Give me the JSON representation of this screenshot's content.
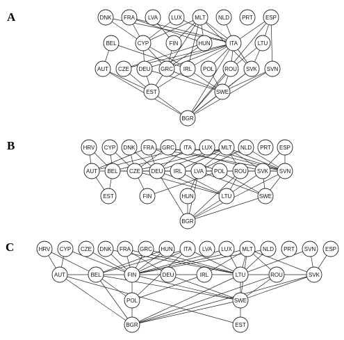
{
  "colors": {
    "edge": "#222222",
    "node_fill": "#ffffff",
    "node_stroke": "#222222",
    "text": "#111111"
  },
  "panels": [
    {
      "label": "A",
      "rows": [
        [
          "DNK",
          "FRA",
          "LVA",
          "LUX",
          "MLT",
          "NLD",
          "PRT",
          "ESP"
        ],
        [
          "BEL",
          "CYP",
          "FIN",
          "HUN",
          "ITA",
          "LTU"
        ],
        [
          "AUT",
          "CZE",
          "DEU",
          "GRC",
          "IRL",
          "POL",
          "ROU",
          "SVK",
          "SVN"
        ],
        [
          "EST",
          "SWE"
        ],
        [
          "BGR"
        ]
      ],
      "edges": [
        [
          "DNK",
          "CYP"
        ],
        [
          "DNK",
          "ITA"
        ],
        [
          "FRA",
          "CYP"
        ],
        [
          "FRA",
          "HUN"
        ],
        [
          "FRA",
          "ITA"
        ],
        [
          "LVA",
          "FIN"
        ],
        [
          "LUX",
          "CYP"
        ],
        [
          "LUX",
          "ITA"
        ],
        [
          "MLT",
          "CYP"
        ],
        [
          "MLT",
          "FIN"
        ],
        [
          "MLT",
          "HUN"
        ],
        [
          "MLT",
          "ITA"
        ],
        [
          "MLT",
          "GRC"
        ],
        [
          "MLT",
          "IRL"
        ],
        [
          "MLT",
          "SVK"
        ],
        [
          "NLD",
          "ITA"
        ],
        [
          "ESP",
          "ITA"
        ],
        [
          "ESP",
          "LTU"
        ],
        [
          "ESP",
          "SVN"
        ],
        [
          "CYP",
          "DEU"
        ],
        [
          "CYP",
          "GRC"
        ],
        [
          "CYP",
          "IRL"
        ],
        [
          "FIN",
          "GRC"
        ],
        [
          "HUN",
          "CZE"
        ],
        [
          "HUN",
          "GRC"
        ],
        [
          "ITA",
          "DEU"
        ],
        [
          "ITA",
          "GRC"
        ],
        [
          "ITA",
          "IRL"
        ],
        [
          "ITA",
          "CZE"
        ],
        [
          "ITA",
          "POL"
        ],
        [
          "ITA",
          "ROU"
        ],
        [
          "ITA",
          "SVK"
        ],
        [
          "BEL",
          "AUT"
        ],
        [
          "BEL",
          "IRL"
        ],
        [
          "LTU",
          "ROU"
        ],
        [
          "LTU",
          "SVK"
        ],
        [
          "AUT",
          "EST"
        ],
        [
          "CZE",
          "EST"
        ],
        [
          "DEU",
          "EST"
        ],
        [
          "GRC",
          "EST"
        ],
        [
          "IRL",
          "EST"
        ],
        [
          "DEU",
          "SWE"
        ],
        [
          "GRC",
          "SWE"
        ],
        [
          "POL",
          "SWE"
        ],
        [
          "ROU",
          "SWE"
        ],
        [
          "SVK",
          "SWE"
        ],
        [
          "SVN",
          "SWE"
        ],
        [
          "IRL",
          "SWE"
        ],
        [
          "EST",
          "BGR"
        ],
        [
          "SWE",
          "BGR"
        ],
        [
          "AUT",
          "BGR"
        ],
        [
          "ROU",
          "BGR"
        ],
        [
          "SVK",
          "BGR"
        ],
        [
          "SVN",
          "BGR"
        ],
        [
          "ITA",
          "BGR"
        ],
        [
          "ESP",
          "BGR"
        ]
      ]
    },
    {
      "label": "B",
      "rows": [
        [
          "HRV",
          "CYP",
          "DNK",
          "FRA",
          "GRC",
          "ITA",
          "LUX",
          "MLT",
          "NLD",
          "PRT",
          "ESP"
        ],
        [
          "AUT",
          "BEL",
          "CZE",
          "DEU",
          "IRL",
          "LVA",
          "POL",
          "ROU",
          "SVK",
          "SVN"
        ],
        [
          "EST",
          "FIN",
          "HUN",
          "LTU",
          "SWE"
        ],
        [
          "BGR"
        ]
      ],
      "edges": [
        [
          "HRV",
          "AUT"
        ],
        [
          "HRV",
          "BEL"
        ],
        [
          "CYP",
          "BEL"
        ],
        [
          "CYP",
          "CZE"
        ],
        [
          "DNK",
          "CZE"
        ],
        [
          "DNK",
          "DEU"
        ],
        [
          "FRA",
          "AUT"
        ],
        [
          "FRA",
          "DEU"
        ],
        [
          "FRA",
          "POL"
        ],
        [
          "FRA",
          "SVN"
        ],
        [
          "GRC",
          "CZE"
        ],
        [
          "GRC",
          "SVK"
        ],
        [
          "ITA",
          "AUT"
        ],
        [
          "ITA",
          "DEU"
        ],
        [
          "ITA",
          "SVN"
        ],
        [
          "LUX",
          "BEL"
        ],
        [
          "LUX",
          "SVN"
        ],
        [
          "MLT",
          "CZE"
        ],
        [
          "MLT",
          "DEU"
        ],
        [
          "MLT",
          "IRL"
        ],
        [
          "MLT",
          "LVA"
        ],
        [
          "MLT",
          "ROU"
        ],
        [
          "MLT",
          "SVK"
        ],
        [
          "MLT",
          "SVN"
        ],
        [
          "NLD",
          "LVA"
        ],
        [
          "NLD",
          "SVN"
        ],
        [
          "ESP",
          "SVN"
        ],
        [
          "ESP",
          "SVK"
        ],
        [
          "AUT",
          "SVN"
        ],
        [
          "BEL",
          "SVN"
        ],
        [
          "CZE",
          "POL"
        ],
        [
          "AUT",
          "EST"
        ],
        [
          "BEL",
          "EST"
        ],
        [
          "CZE",
          "FIN"
        ],
        [
          "CZE",
          "LTU"
        ],
        [
          "DEU",
          "LTU"
        ],
        [
          "DEU",
          "BGR"
        ],
        [
          "IRL",
          "LTU"
        ],
        [
          "LVA",
          "SWE"
        ],
        [
          "LVA",
          "HUN"
        ],
        [
          "POL",
          "SWE"
        ],
        [
          "POL",
          "FIN"
        ],
        [
          "ROU",
          "LTU"
        ],
        [
          "SVK",
          "LTU"
        ],
        [
          "SVK",
          "SWE"
        ],
        [
          "SVN",
          "SWE"
        ],
        [
          "HUN",
          "BGR"
        ],
        [
          "LTU",
          "BGR"
        ],
        [
          "SWE",
          "BGR"
        ],
        [
          "LVA",
          "BGR"
        ],
        [
          "ROU",
          "BGR"
        ],
        [
          "SVN",
          "BGR"
        ]
      ]
    },
    {
      "label": "C",
      "rows": [
        [
          "HRV",
          "CYP",
          "CZE",
          "DNK",
          "FRA",
          "GRC",
          "HUN",
          "ITA",
          "LVA",
          "LUX",
          "MLT",
          "NLD",
          "PRT",
          "SVN",
          "ESP"
        ],
        [
          "AUT",
          "BEL",
          "FIN",
          "DEU",
          "IRL",
          "LTU",
          "ROU",
          "SVK"
        ],
        [
          "POL",
          "SWE"
        ],
        [
          "BGR",
          "EST"
        ]
      ],
      "edges": [
        [
          "HRV",
          "AUT"
        ],
        [
          "HRV",
          "BEL"
        ],
        [
          "CYP",
          "AUT"
        ],
        [
          "CYP",
          "FIN"
        ],
        [
          "CZE",
          "FIN"
        ],
        [
          "DNK",
          "FIN"
        ],
        [
          "DNK",
          "LTU"
        ],
        [
          "FRA",
          "FIN"
        ],
        [
          "FRA",
          "DEU"
        ],
        [
          "FRA",
          "LTU"
        ],
        [
          "GRC",
          "FIN"
        ],
        [
          "GRC",
          "LTU"
        ],
        [
          "HUN",
          "BEL"
        ],
        [
          "HUN",
          "FIN"
        ],
        [
          "ITA",
          "BEL"
        ],
        [
          "ITA",
          "FIN"
        ],
        [
          "ITA",
          "POL"
        ],
        [
          "ITA",
          "LTU"
        ],
        [
          "LUX",
          "FIN"
        ],
        [
          "LUX",
          "LTU"
        ],
        [
          "MLT",
          "FIN"
        ],
        [
          "MLT",
          "IRL"
        ],
        [
          "MLT",
          "LTU"
        ],
        [
          "MLT",
          "ROU"
        ],
        [
          "MLT",
          "SVK"
        ],
        [
          "MLT",
          "SWE"
        ],
        [
          "NLD",
          "FIN"
        ],
        [
          "NLD",
          "LTU"
        ],
        [
          "SVN",
          "SVK"
        ],
        [
          "SVN",
          "LTU"
        ],
        [
          "ESP",
          "SVK"
        ],
        [
          "AUT",
          "SVK"
        ],
        [
          "BEL",
          "SWE"
        ],
        [
          "AUT",
          "EST"
        ],
        [
          "BEL",
          "BGR"
        ],
        [
          "BEL",
          "POL"
        ],
        [
          "FIN",
          "SWE"
        ],
        [
          "FIN",
          "POL"
        ],
        [
          "DEU",
          "SWE"
        ],
        [
          "LTU",
          "SWE"
        ],
        [
          "LTU",
          "BGR"
        ],
        [
          "IRL",
          "POL"
        ],
        [
          "ROU",
          "SWE"
        ],
        [
          "SVK",
          "SWE"
        ],
        [
          "POL",
          "BGR"
        ],
        [
          "SWE",
          "BGR"
        ],
        [
          "SWE",
          "EST"
        ],
        [
          "AUT",
          "BGR"
        ],
        [
          "SVK",
          "BGR"
        ],
        [
          "ROU",
          "BGR"
        ]
      ]
    }
  ]
}
